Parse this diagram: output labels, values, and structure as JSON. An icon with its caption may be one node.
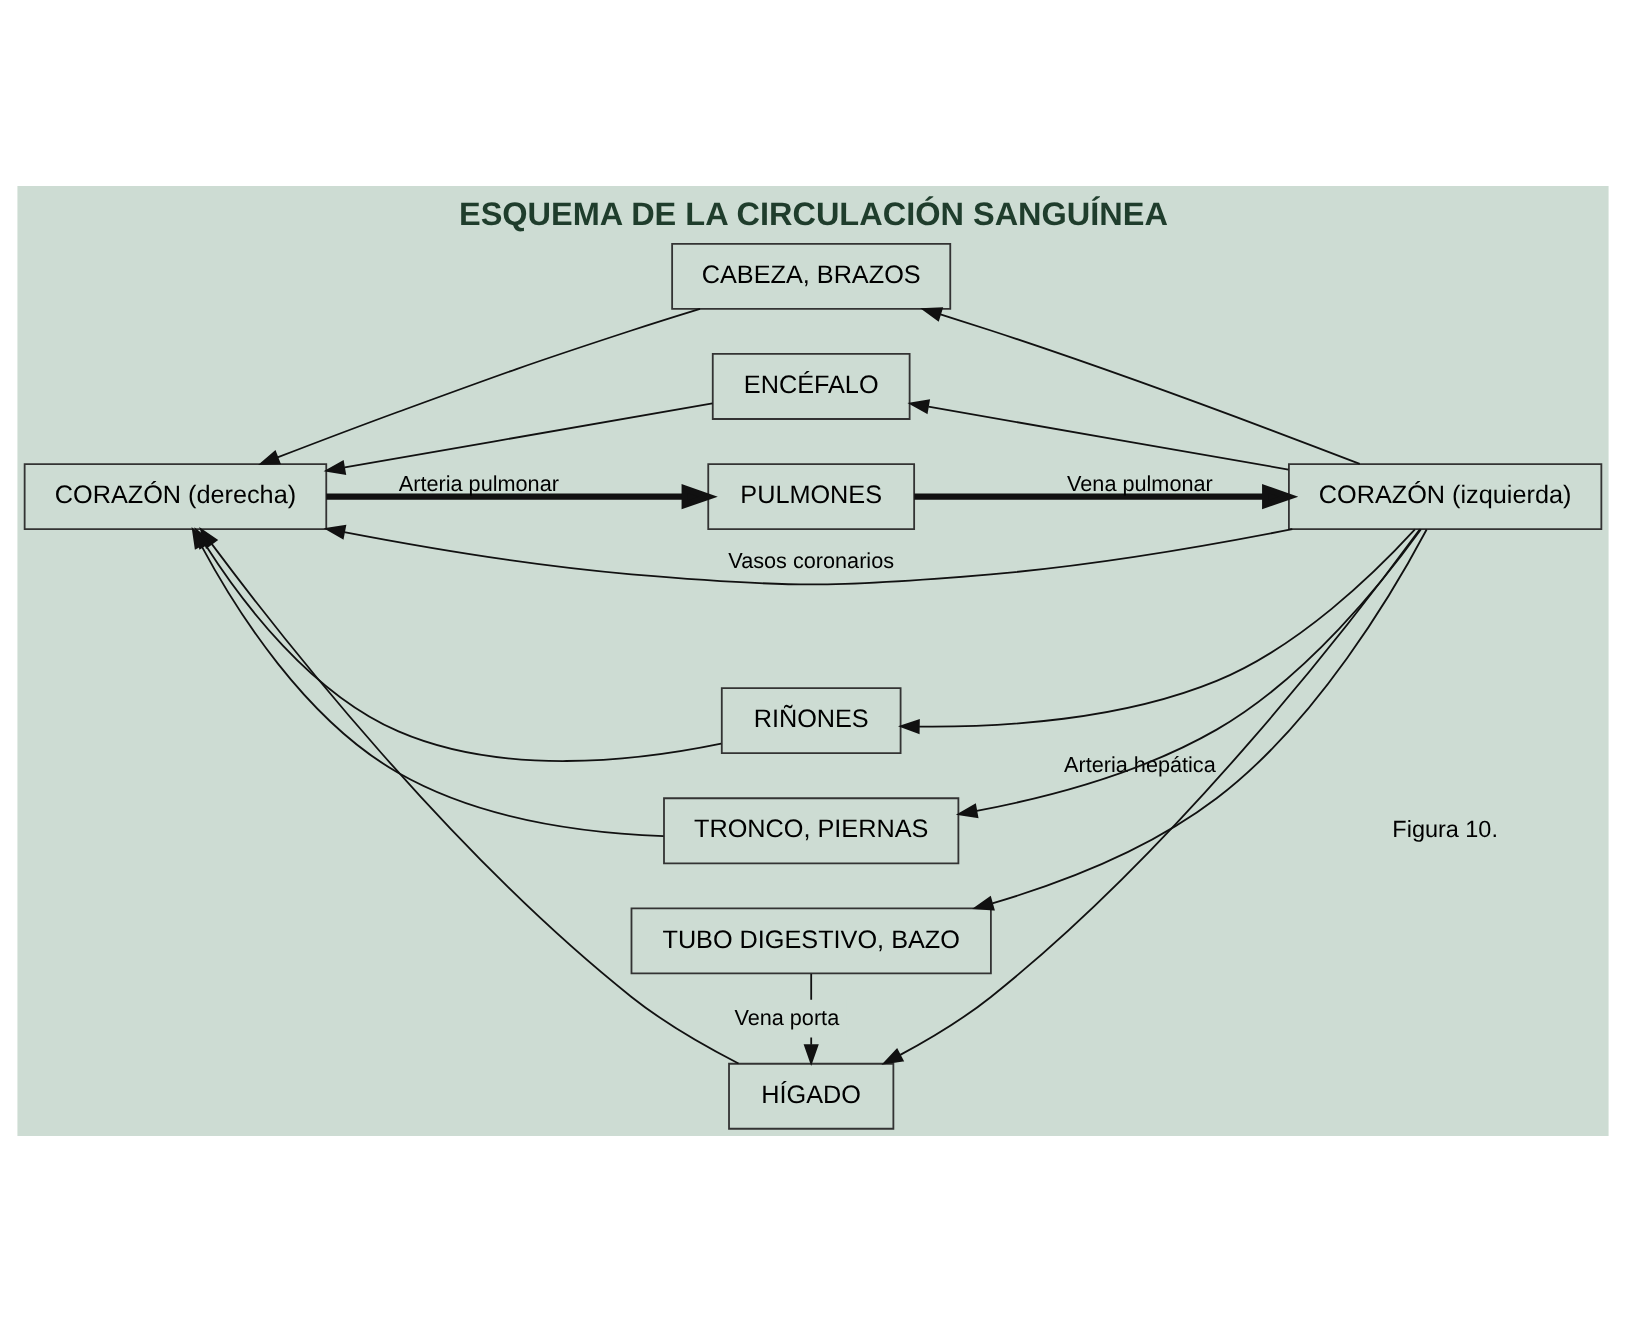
{
  "diagram": {
    "title": "ESQUEMA DE LA CIRCULACIÓN SANGUÍNEA",
    "caption": "Figura 10.",
    "nodes": [
      {
        "text": [
          "CABEZA, BRAZOS"
        ]
      },
      {
        "text": [
          "ENCÉFALO"
        ]
      },
      {
        "text": [
          "CORAZÓN (derecha)"
        ]
      },
      {
        "text": [
          "PULMONES"
        ]
      },
      {
        "text": [
          "CORAZÓN (izquierda)"
        ]
      },
      {
        "text": [
          "HÍGADO"
        ]
      },
      {
        "text": [
          "TUBO DIGESTIVO, BAZO"
        ]
      },
      {
        "text": [
          "RIÑONES"
        ]
      },
      {
        "text": [
          "TRONCO, PIERNAS"
        ]
      }
    ],
    "edges": [
      {
        "from": 4,
        "to": 0,
        "arrow": "to"
      },
      {
        "from": 0,
        "to": 2,
        "arrow": "to"
      },
      {
        "from": 4,
        "to": 1,
        "arrow": "to"
      },
      {
        "from": 1,
        "to": 2,
        "arrow": "to"
      },
      {
        "from": 4,
        "to": 2,
        "arrow": "to",
        "label": "Vasos coronarios"
      },
      {
        "from": 2,
        "to": 3,
        "arrow": "to",
        "label": "Arteria pulmonar",
        "style": "thick"
      },
      {
        "from": 3,
        "to": 4,
        "arrow": "to",
        "label": "Vena pulmonar",
        "style": "thick"
      },
      {
        "from": 4,
        "to": 5,
        "arrow": "to",
        "label": "Arteria hepática"
      },
      {
        "from": 6,
        "to": 5,
        "arrow": "to",
        "label": "Vena porta"
      },
      {
        "from": 4,
        "to": 6,
        "arrow": "to"
      },
      {
        "from": 5,
        "to": 2,
        "arrow": "to"
      },
      {
        "from": 4,
        "to": 7,
        "arrow": "to"
      },
      {
        "from": 7,
        "to": 2,
        "arrow": "to"
      },
      {
        "from": 4,
        "to": 8,
        "arrow": "to"
      },
      {
        "from": 8,
        "to": 2,
        "arrow": "to"
      }
    ]
  }
}
